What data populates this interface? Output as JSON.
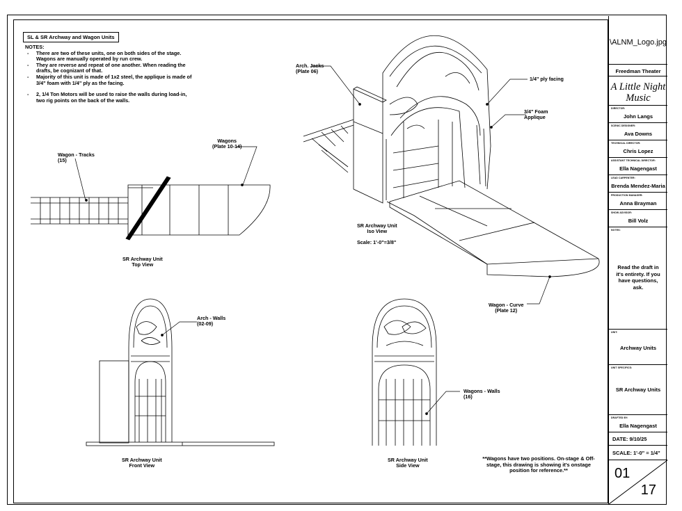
{
  "sheet": {
    "title": "SL & SR Archway and Wagon Units",
    "notes_heading": "NOTES:",
    "notes": [
      "There are two of these units, one on both sides of the stage. Wagons are manually operated by run crew.",
      "They are reverse and repeat of one another. When reading the drafts, be cognizant of that.",
      "Majority of this unit is made of 1x2 steel, the applique is made of 3/4\" foam with 1/4\" ply as the facing.",
      "2, 1/4 Ton Motors will be used to raise the walls during load-in, two rig points on the back of the walls."
    ]
  },
  "labels": {
    "wagon_tracks": [
      "Wagon - Tracks",
      "(15)"
    ],
    "wagons": [
      "Wagons",
      "(Plate 10-14)"
    ],
    "arch_jacks": [
      "Arch. Jacks",
      "(Plate 06)"
    ],
    "ply_facing": [
      "1/4\" ply facing"
    ],
    "foam_applique": [
      "3/4\" Foam",
      "Applique"
    ],
    "arch_walls": [
      "Arch - Walls",
      "(02-09)"
    ],
    "wagons_walls": [
      "Wagons - Walls",
      "(16)"
    ],
    "wagon_curve": [
      "Wagon - Curve",
      "(Plate 12)"
    ]
  },
  "views": {
    "top": [
      "SR Archway Unit",
      "Top View"
    ],
    "iso": [
      "SR Archway Unit",
      "Iso View"
    ],
    "scale": "Scale: 1'-0\"=3/8\"",
    "front": [
      "SR Archway Unit",
      "Front View"
    ],
    "side": [
      "SR Archway Unit",
      "Side View"
    ]
  },
  "footnote": "**Wagons have two positions. On-stage & Off-stage, this drawing is showing it's onstage position for reference.**",
  "title_block": {
    "logo": "\\ALNM_Logo.jpg",
    "theater": "Freedman Theater",
    "show_title": "A Little Night Music",
    "director_cap": "Director:",
    "director": "John Langs",
    "scenic_cap": "Scenic Designer:",
    "scenic": "Ava Downs",
    "td_cap": "Technical Director:",
    "td": "Chris Lopez",
    "atd_cap": "Assistant Technical Director:",
    "atd": "Ella Nagengast",
    "lead_cap": "Lead Carpenter:",
    "lead": "Brenda Mendez-Maria",
    "pm_cap": "Production Manager:",
    "pm": "Anna Brayman",
    "advisor_cap": "Show Advisor:",
    "advisor": "Bill Volz",
    "notes_cap": "Notes:",
    "notes": "Read the draft in it's entirety. If you have questions, ask.",
    "unit_cap": "Unit:",
    "unit": "Archway Units",
    "unit_specific_cap": "Unit Specifics:",
    "unit_specific": "SR Archway Units",
    "drafted_cap": "Drafted By:",
    "drafted": "Ella Nagengast",
    "date": "DATE: 9/10/25",
    "scale": "SCALE: 1'-0\" = 1/4\"",
    "sheet_number": "01",
    "sheet_total": "17"
  }
}
